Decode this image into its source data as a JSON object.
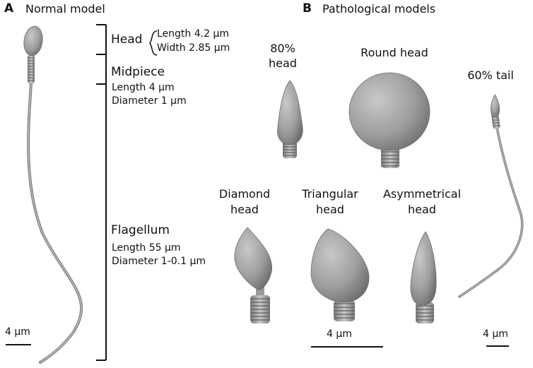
{
  "panel_a": {
    "letter": "A",
    "title": "Normal model",
    "head": {
      "name": "Head",
      "length": "Length 4.2 µm",
      "width": "Width 2.85 µm"
    },
    "midpiece": {
      "name": "Midpiece",
      "length": "Length 4 µm",
      "diameter": "Diameter 1 µm"
    },
    "flagellum": {
      "name": "Flagellum",
      "length": "Length 55 µm",
      "diameter": "Diameter 1-0.1 µm"
    },
    "scale": "4 µm"
  },
  "panel_b": {
    "letter": "B",
    "title": "Pathological models",
    "head80": [
      "80%",
      "head"
    ],
    "round": "Round head",
    "tail60": "60% tail",
    "diamond": [
      "Diamond",
      "head"
    ],
    "triangular": [
      "Triangular",
      "head"
    ],
    "asymmetrical": [
      "Asymmetrical",
      "head"
    ],
    "scale_center": "4 µm",
    "scale_right": "4 µm"
  },
  "colors": {
    "model_fill": "#9b9b9b",
    "model_dark": "#6f6f6f",
    "text": "#111111"
  }
}
